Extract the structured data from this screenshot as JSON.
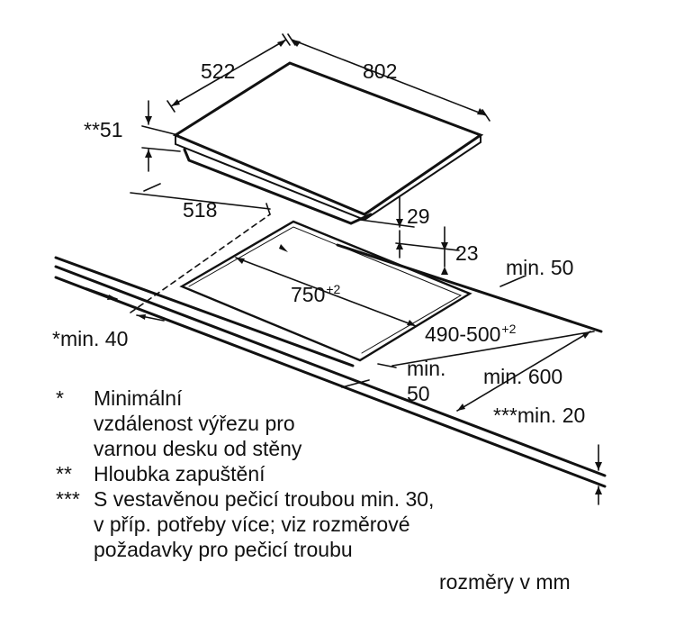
{
  "dimensions": {
    "width_522": "522",
    "depth_802": "802",
    "depth_51": "**51",
    "width_518": "518",
    "height_29": "29",
    "height_23": "23",
    "min_50_right": "min. 50",
    "cutout_750": "750",
    "cutout_750_tol": "+2",
    "cutout_490": "490-500",
    "cutout_490_tol": "+2",
    "min_40": "*min. 40",
    "min_600": "min. 600",
    "min_50_front_a": "min.",
    "min_50_front_b": "50",
    "min_20": "***min. 20"
  },
  "notes": [
    {
      "mark": "*",
      "text": "Minimální\nvzdálenost výřezu pro\nvarnou desku od stěny"
    },
    {
      "mark": "**",
      "text": "Hloubka zapuštění"
    },
    {
      "mark": "***",
      "text": "S vestavěnou pečicí troubou min. 30,\nv příp. potřeby více; viz rozměrové\npožadavky pro pečicí troubu"
    }
  ],
  "units": "rozměry v mm"
}
